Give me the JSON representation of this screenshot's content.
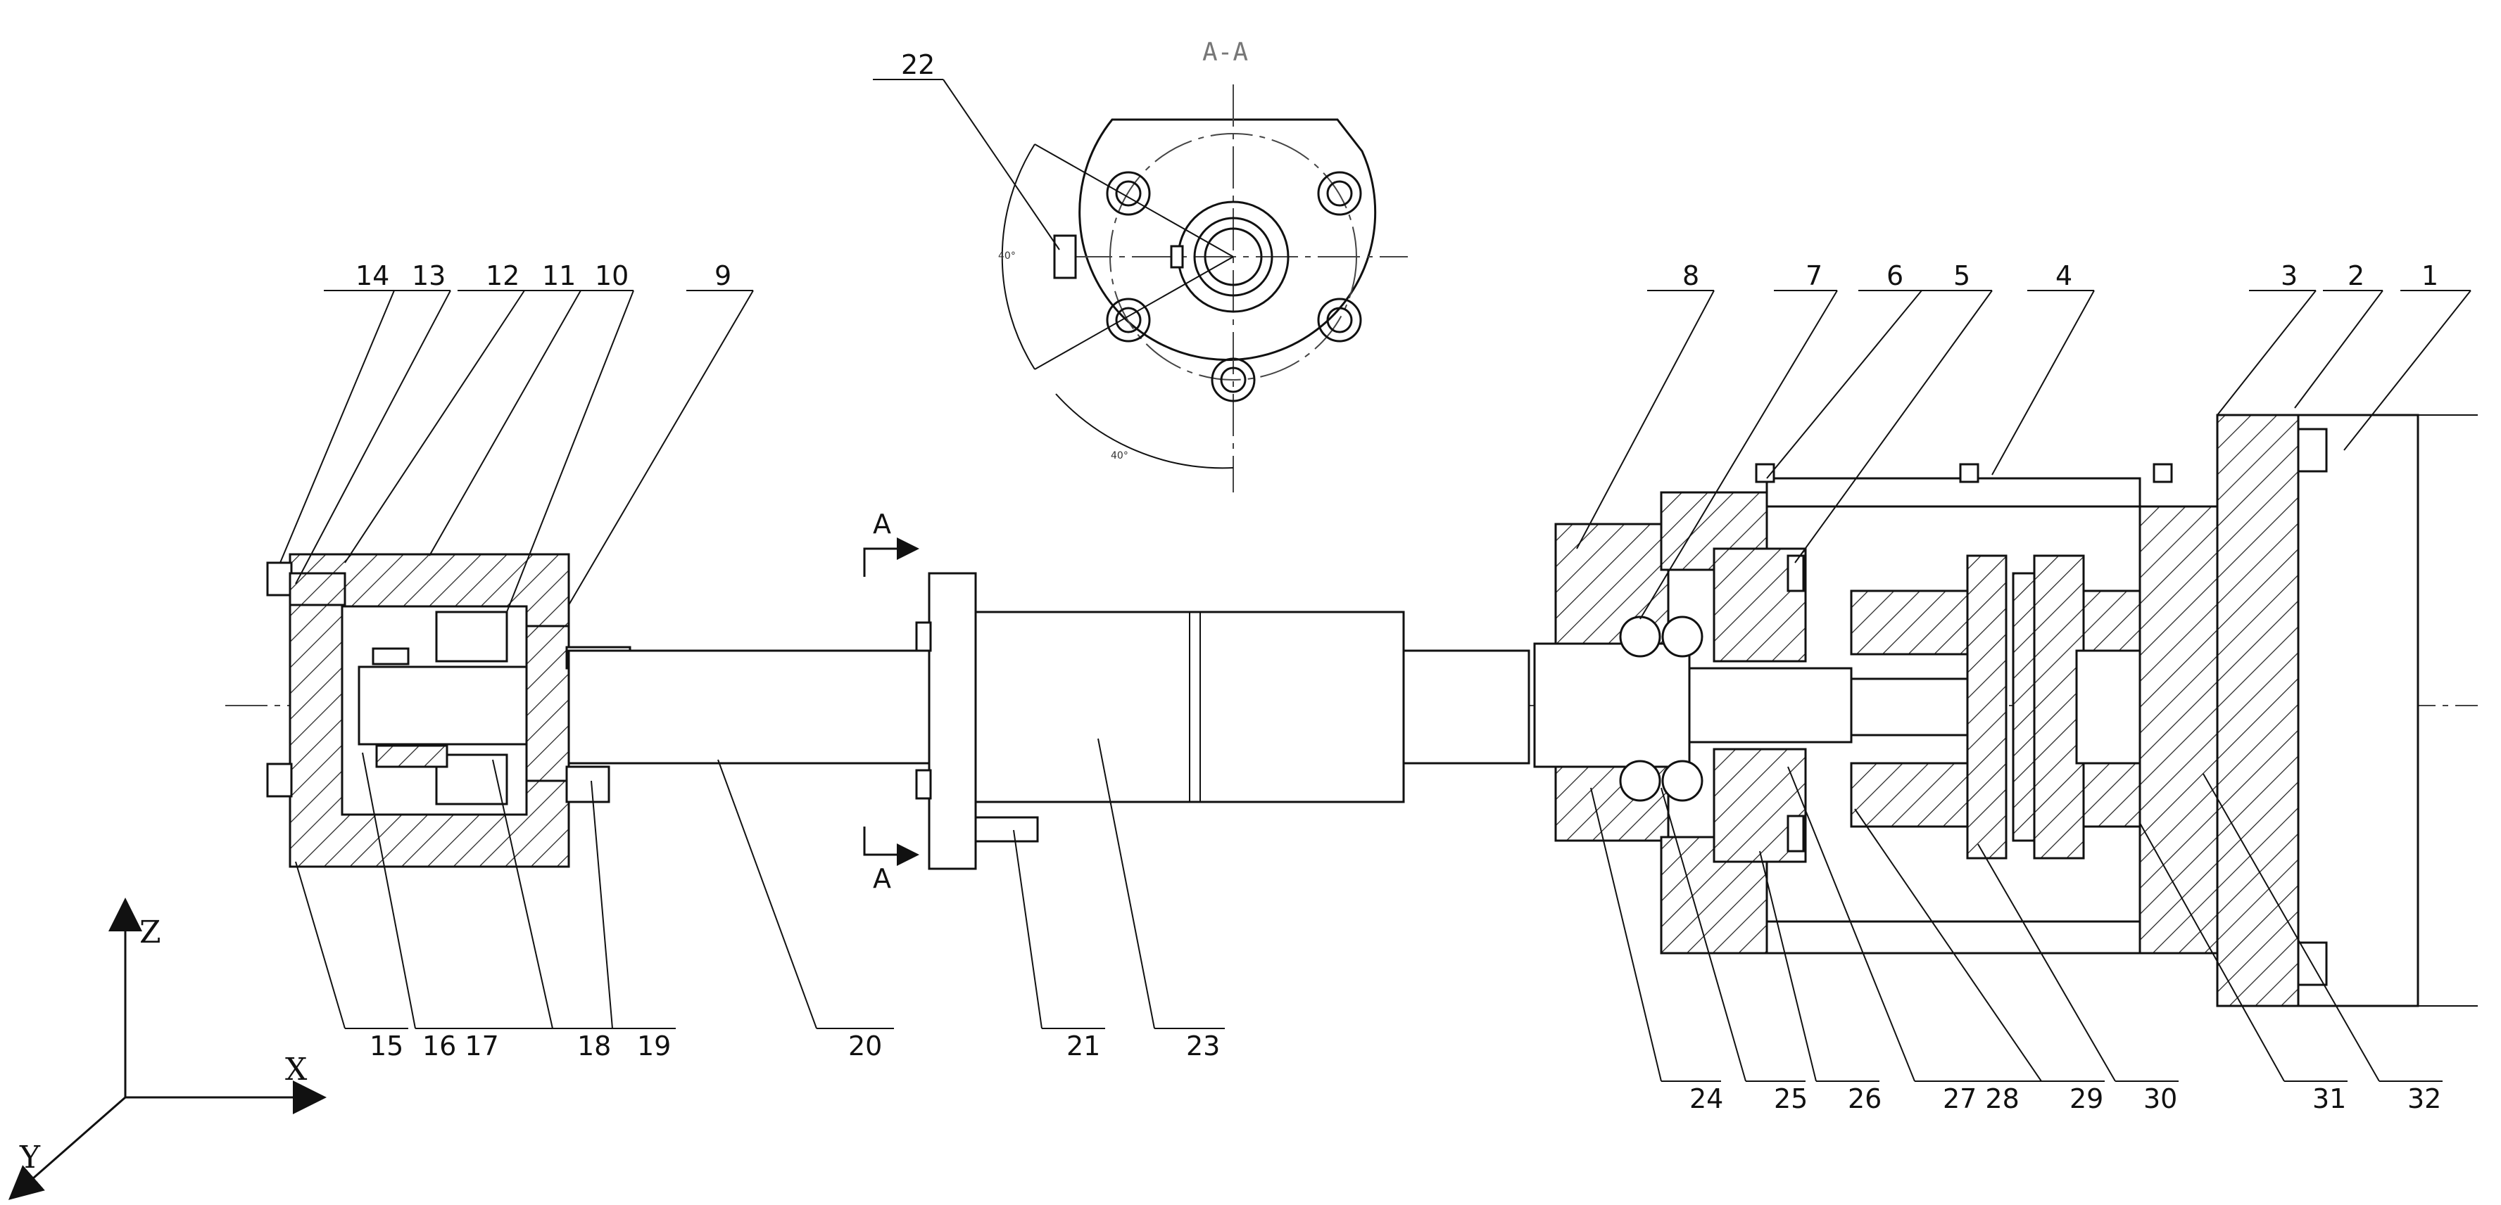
{
  "section": {
    "title": "A-A",
    "cut_mark": "A",
    "angle_label": "40°"
  },
  "axes": {
    "z": "Z",
    "x": "X",
    "y": "Y"
  },
  "labels": [
    "1",
    "2",
    "3",
    "4",
    "5",
    "6",
    "7",
    "8",
    "9",
    "10",
    "11",
    "12",
    "13",
    "14",
    "15",
    "16 17",
    "18",
    "19",
    "20",
    "21",
    "22",
    "23",
    "24",
    "25",
    "26",
    "27 28",
    "29",
    "30",
    "31",
    "32"
  ]
}
